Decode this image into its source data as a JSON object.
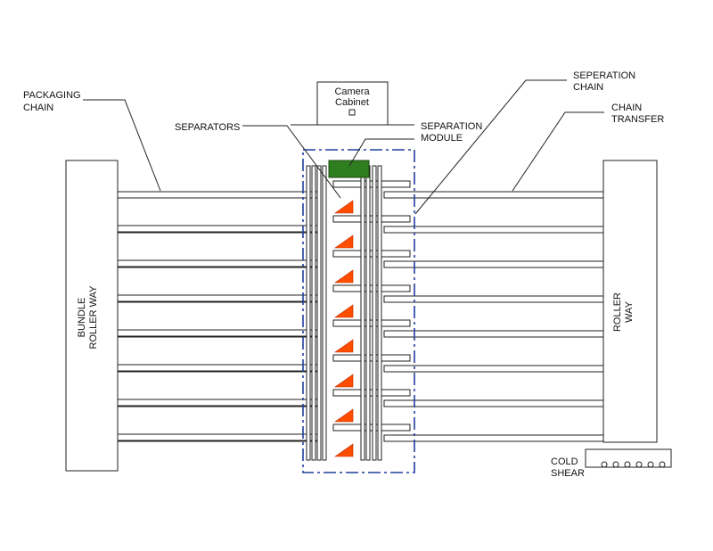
{
  "labels": {
    "packaging_chain": [
      "PACKAGING",
      "CHAIN"
    ],
    "separators": "SEPARATORS",
    "camera_cabinet": [
      "Camera",
      "Cabinet"
    ],
    "separation_module": [
      "SEPARATION",
      "MODULE"
    ],
    "seperation_chain": [
      "SEPERATION",
      "CHAIN"
    ],
    "chain_transfer": [
      "CHAIN",
      "TRANSFER"
    ],
    "bundle_roller_way": [
      "BUNDLE",
      "ROLLER WAY"
    ],
    "roller_way": [
      "ROLLER",
      "WAY"
    ],
    "cold_shear": [
      "COLD",
      "SHEAR"
    ]
  },
  "colors": {
    "line": "#222222",
    "module_border": "#1f3e9e",
    "separator": "#ff4d00",
    "camera_module": "#2e7d1f",
    "text": "#111111"
  },
  "counts": {
    "chain_pairs": 8,
    "separators": 8,
    "cold_shear_rollers": 6
  }
}
